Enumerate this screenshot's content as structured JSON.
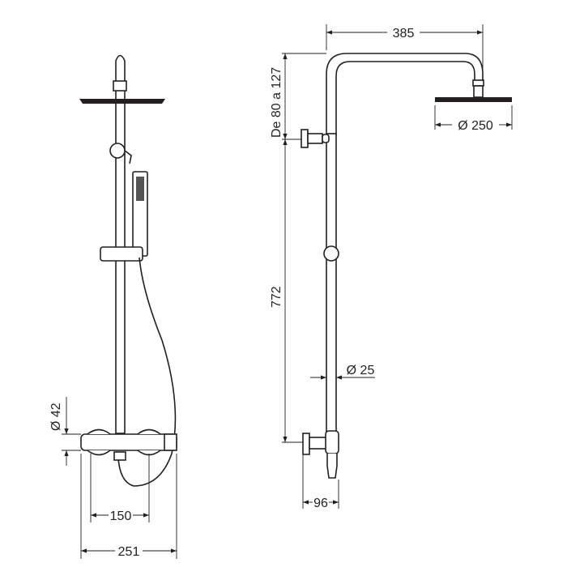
{
  "title": "Thermostatic shower column technical drawing",
  "dimensions": {
    "arm_length": "385",
    "head_diameter": "Ø 250",
    "wall_bracket_height": "De 80 a 127",
    "column_height": "772",
    "pipe_diameter": "Ø 25",
    "mixer_projection": "96",
    "mixer_body_diameter": "Ø 42",
    "inlet_spacing": "150",
    "mixer_width": "251"
  },
  "colors": {
    "line": "#231f20",
    "background": "#ffffff"
  }
}
